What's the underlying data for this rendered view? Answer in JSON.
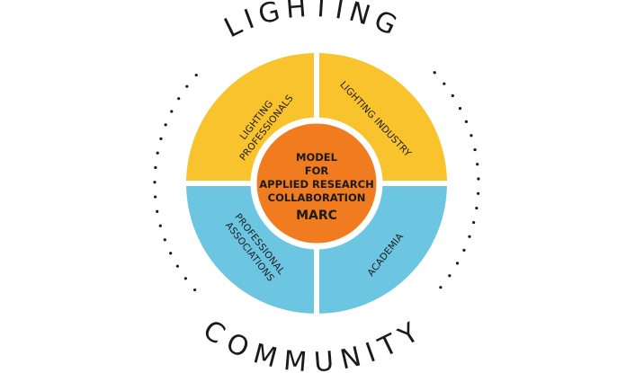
{
  "outer": {
    "top_word": "LIGHTING",
    "bottom_word": "COMMUNITY"
  },
  "quadrants": {
    "top_left": {
      "lines": [
        "LIGHTING",
        "PROFESSIONALS"
      ],
      "color": "#F8C32C"
    },
    "top_right": {
      "lines": [
        "LIGHTING INDUSTRY"
      ],
      "color": "#F8C32C"
    },
    "bottom_left": {
      "lines": [
        "PROFESSIONAL",
        "ASSOCIATIONS"
      ],
      "color": "#6DC6E1"
    },
    "bottom_right": {
      "lines": [
        "ACADEMIA"
      ],
      "color": "#6DC6E1"
    }
  },
  "center": {
    "lines": [
      "MODEL",
      "FOR",
      "APPLIED RESEARCH",
      "COLLABORATION"
    ],
    "acronym": "MARC",
    "color": "#F07C1F"
  },
  "colors": {
    "dots": "#1a1a1a",
    "divider": "#ffffff"
  }
}
